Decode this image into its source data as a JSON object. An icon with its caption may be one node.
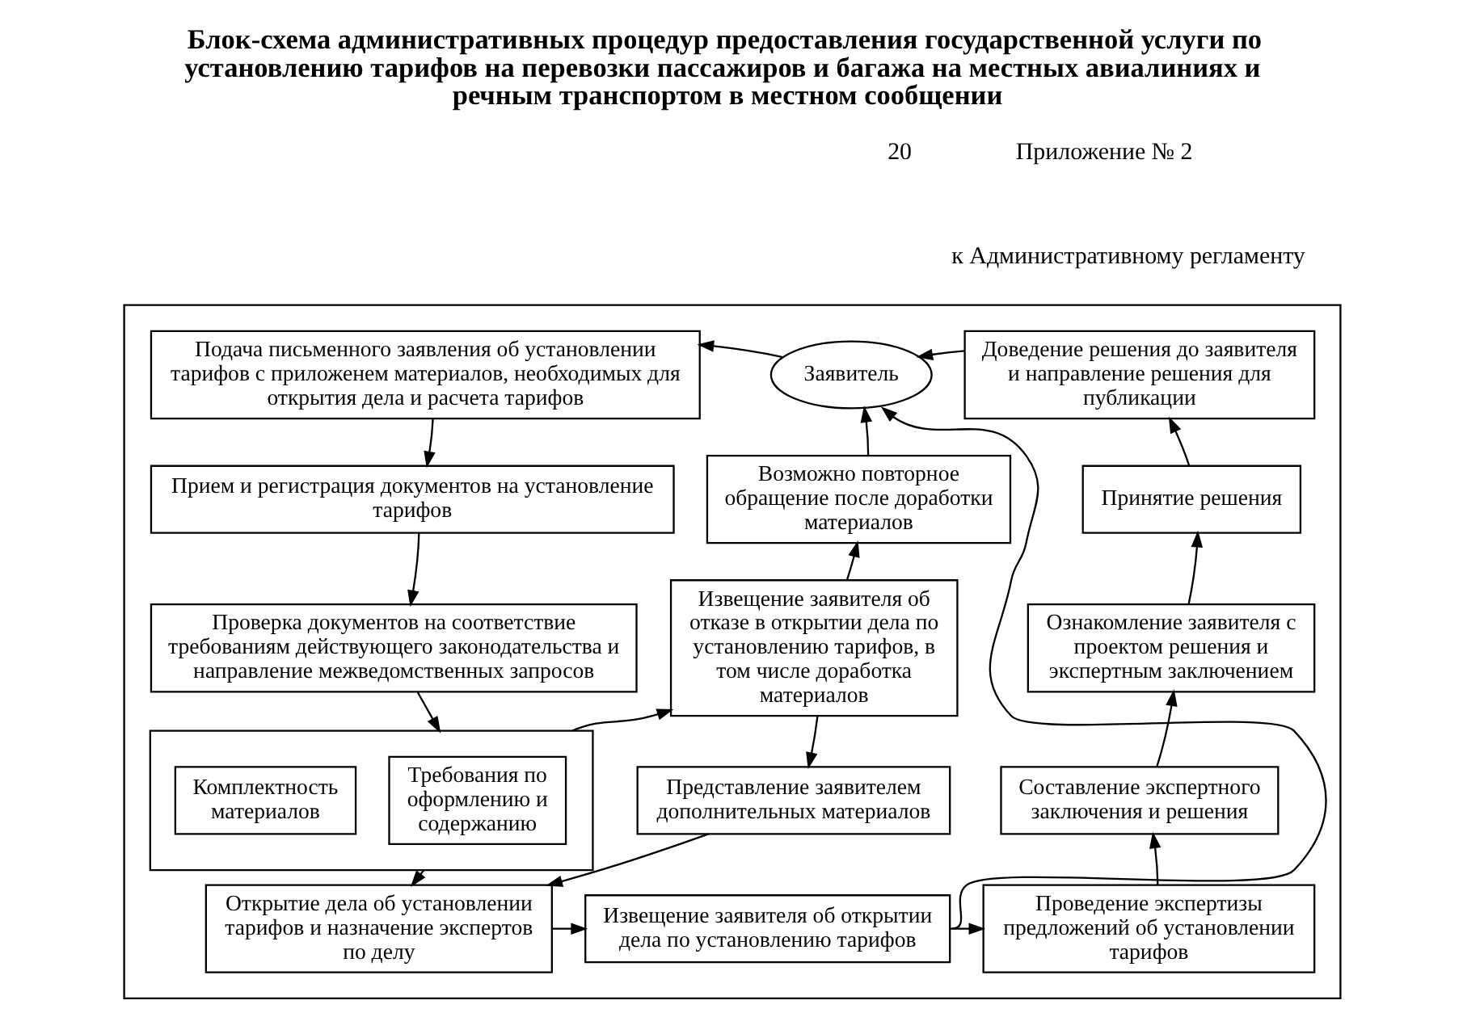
{
  "diagram": {
    "title": "Блок-схема административных процедур предоставления государственной услуги по установлению тарифов на перевозки пассажиров и багажа на местных авиалиниях и речным транспортом в местном сообщении",
    "nodes": [
      {
        "text": [],
        "shape": "box"
      },
      {
        "text": [
          "Подача письменного заявления об установлении тарифов с приложенем материалов, необходимых для открытия дела и расчета тарифов"
        ],
        "in": 0
      },
      {
        "text": [
          "Заявитель"
        ],
        "in": 0
      },
      {
        "text": [
          "Доведение решения до заявителя и направление решения для публикации"
        ],
        "in": 0
      },
      {
        "text": [
          "Прием и регистрация документов на установление тарифов"
        ],
        "in": 0
      },
      {
        "text": [
          "Возможно повторное обращение после доработки материалов"
        ],
        "in": 0
      },
      {
        "text": [
          "Принятие решения"
        ],
        "in": 0
      },
      {
        "text": [
          "Проверка документов на соответствие требованиям действующего законодательства и направление межведомственных запросов"
        ],
        "in": 0
      },
      {
        "text": [
          "Извещение заявителя об отказе в открытии дела по установлению тарифов, в том числе доработка материалов"
        ],
        "in": 0
      },
      {
        "text": [
          "Ознакомление заявителя с проектом решения и экспертным заключением"
        ],
        "in": 0
      },
      {
        "text": [],
        "shape": "box",
        "in": 0
      },
      {
        "text": [
          "Комплектность материалов"
        ],
        "in": 10
      },
      {
        "text": [
          "Требования по оформлению и содержанию"
        ],
        "in": 10
      },
      {
        "text": [
          "Составление экспертного заключения и решения"
        ],
        "in": 0
      },
      {
        "text": [
          "Представление заявителем дополнительных материалов"
        ],
        "in": 0
      },
      {
        "text": [
          "Открытие дела об установлении тарифов и назначение экспертов по делу"
        ],
        "in": 0
      },
      {
        "text": [
          "Извещение заявителя об открытии дела по установлению тарифов"
        ],
        "in": 0
      },
      {
        "text": [
          "Проведение экспертизы предложений об установлении тарифов"
        ],
        "in": 0
      }
    ],
    "edges": [
      {
        "from": 2,
        "to": 1,
        "arrow": "to"
      },
      {
        "from": 1,
        "to": 4,
        "arrow": "to"
      },
      {
        "from": 4,
        "to": 7,
        "arrow": "to"
      },
      {
        "from": 7,
        "to": 10,
        "arrow": "to"
      },
      {
        "from": 10,
        "to": 8,
        "arrow": "to"
      },
      {
        "from": 10,
        "to": 15,
        "arrow": "to"
      },
      {
        "from": 8,
        "to": 5,
        "arrow": "to"
      },
      {
        "from": 5,
        "to": 2,
        "arrow": "to"
      },
      {
        "from": 8,
        "to": 14,
        "arrow": "to"
      },
      {
        "from": 14,
        "to": 15,
        "arrow": "to"
      },
      {
        "from": 15,
        "to": 16,
        "arrow": "to"
      },
      {
        "from": 16,
        "to": 2,
        "arrow": "to"
      },
      {
        "from": 16,
        "to": 17,
        "arrow": "to"
      },
      {
        "from": 17,
        "to": 13,
        "arrow": "to"
      },
      {
        "from": 13,
        "to": 9,
        "arrow": "to"
      },
      {
        "from": 9,
        "to": 6,
        "arrow": "to"
      },
      {
        "from": 6,
        "to": 3,
        "arrow": "to"
      },
      {
        "from": 3,
        "to": 2,
        "arrow": "to"
      }
    ],
    "labels": [
      "20",
      "Приложение № 2",
      "к Административному регламенту"
    ]
  }
}
